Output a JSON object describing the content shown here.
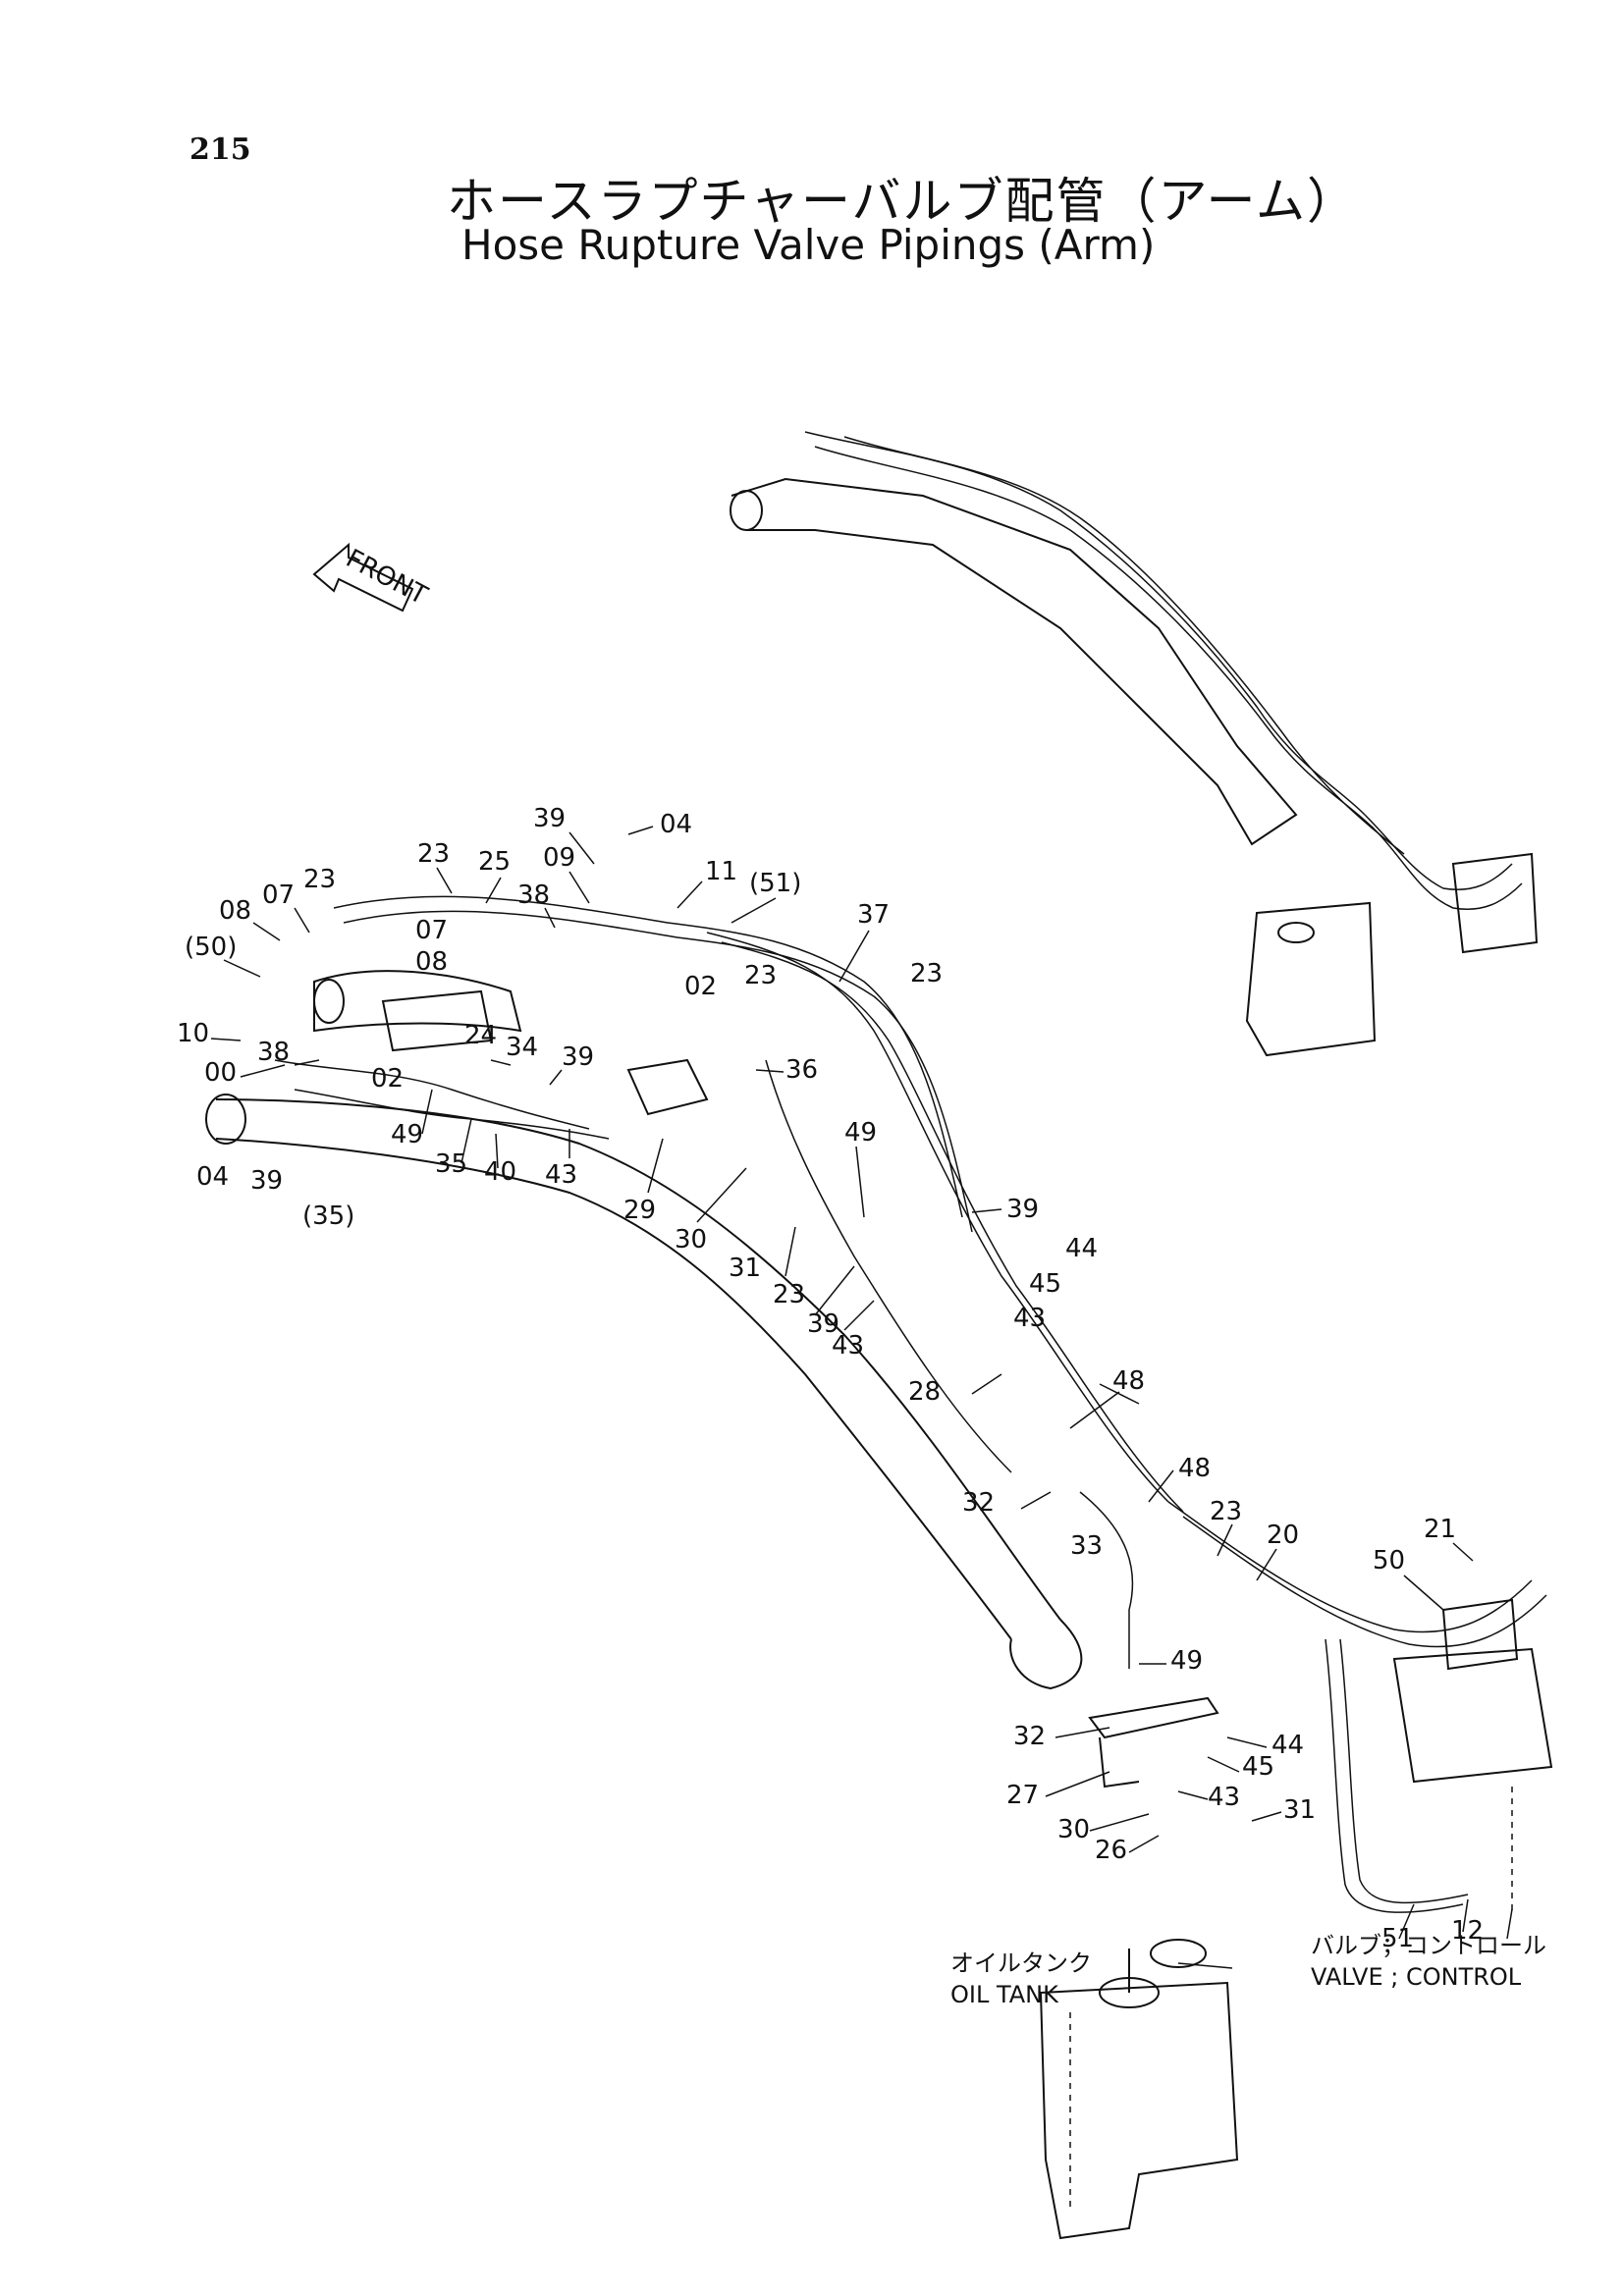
{
  "page_number": "215",
  "title_ja": "ホースラプチャーバルブ配管（アーム）",
  "title_en": "Hose Rupture Valve Pipings (Arm)",
  "front_label": "FRONT",
  "part_labels": [
    "39",
    "04",
    "23",
    "25",
    "09",
    "38",
    "11",
    "(51)",
    "37",
    "07",
    "08",
    "23",
    "07",
    "08",
    "02",
    "23",
    "23",
    "(50)",
    "10",
    "00",
    "38",
    "02",
    "24",
    "34",
    "39",
    "36",
    "49",
    "04",
    "39",
    "(35)",
    "35",
    "40",
    "43",
    "29",
    "30",
    "49",
    "39",
    "31",
    "23",
    "39",
    "43",
    "44",
    "45",
    "43",
    "48",
    "28",
    "48",
    "32",
    "33",
    "23",
    "20",
    "21",
    "50",
    "49",
    "32",
    "44",
    "45",
    "27",
    "43",
    "30",
    "31",
    "26",
    "51",
    "12"
  ],
  "notes": {
    "oil_tank_ja": "オイルタンク",
    "oil_tank_en": "OIL  TANK",
    "control_valve_ja": "バルブ；コントロール",
    "control_valve_en": "VALVE ; CONTROL"
  }
}
